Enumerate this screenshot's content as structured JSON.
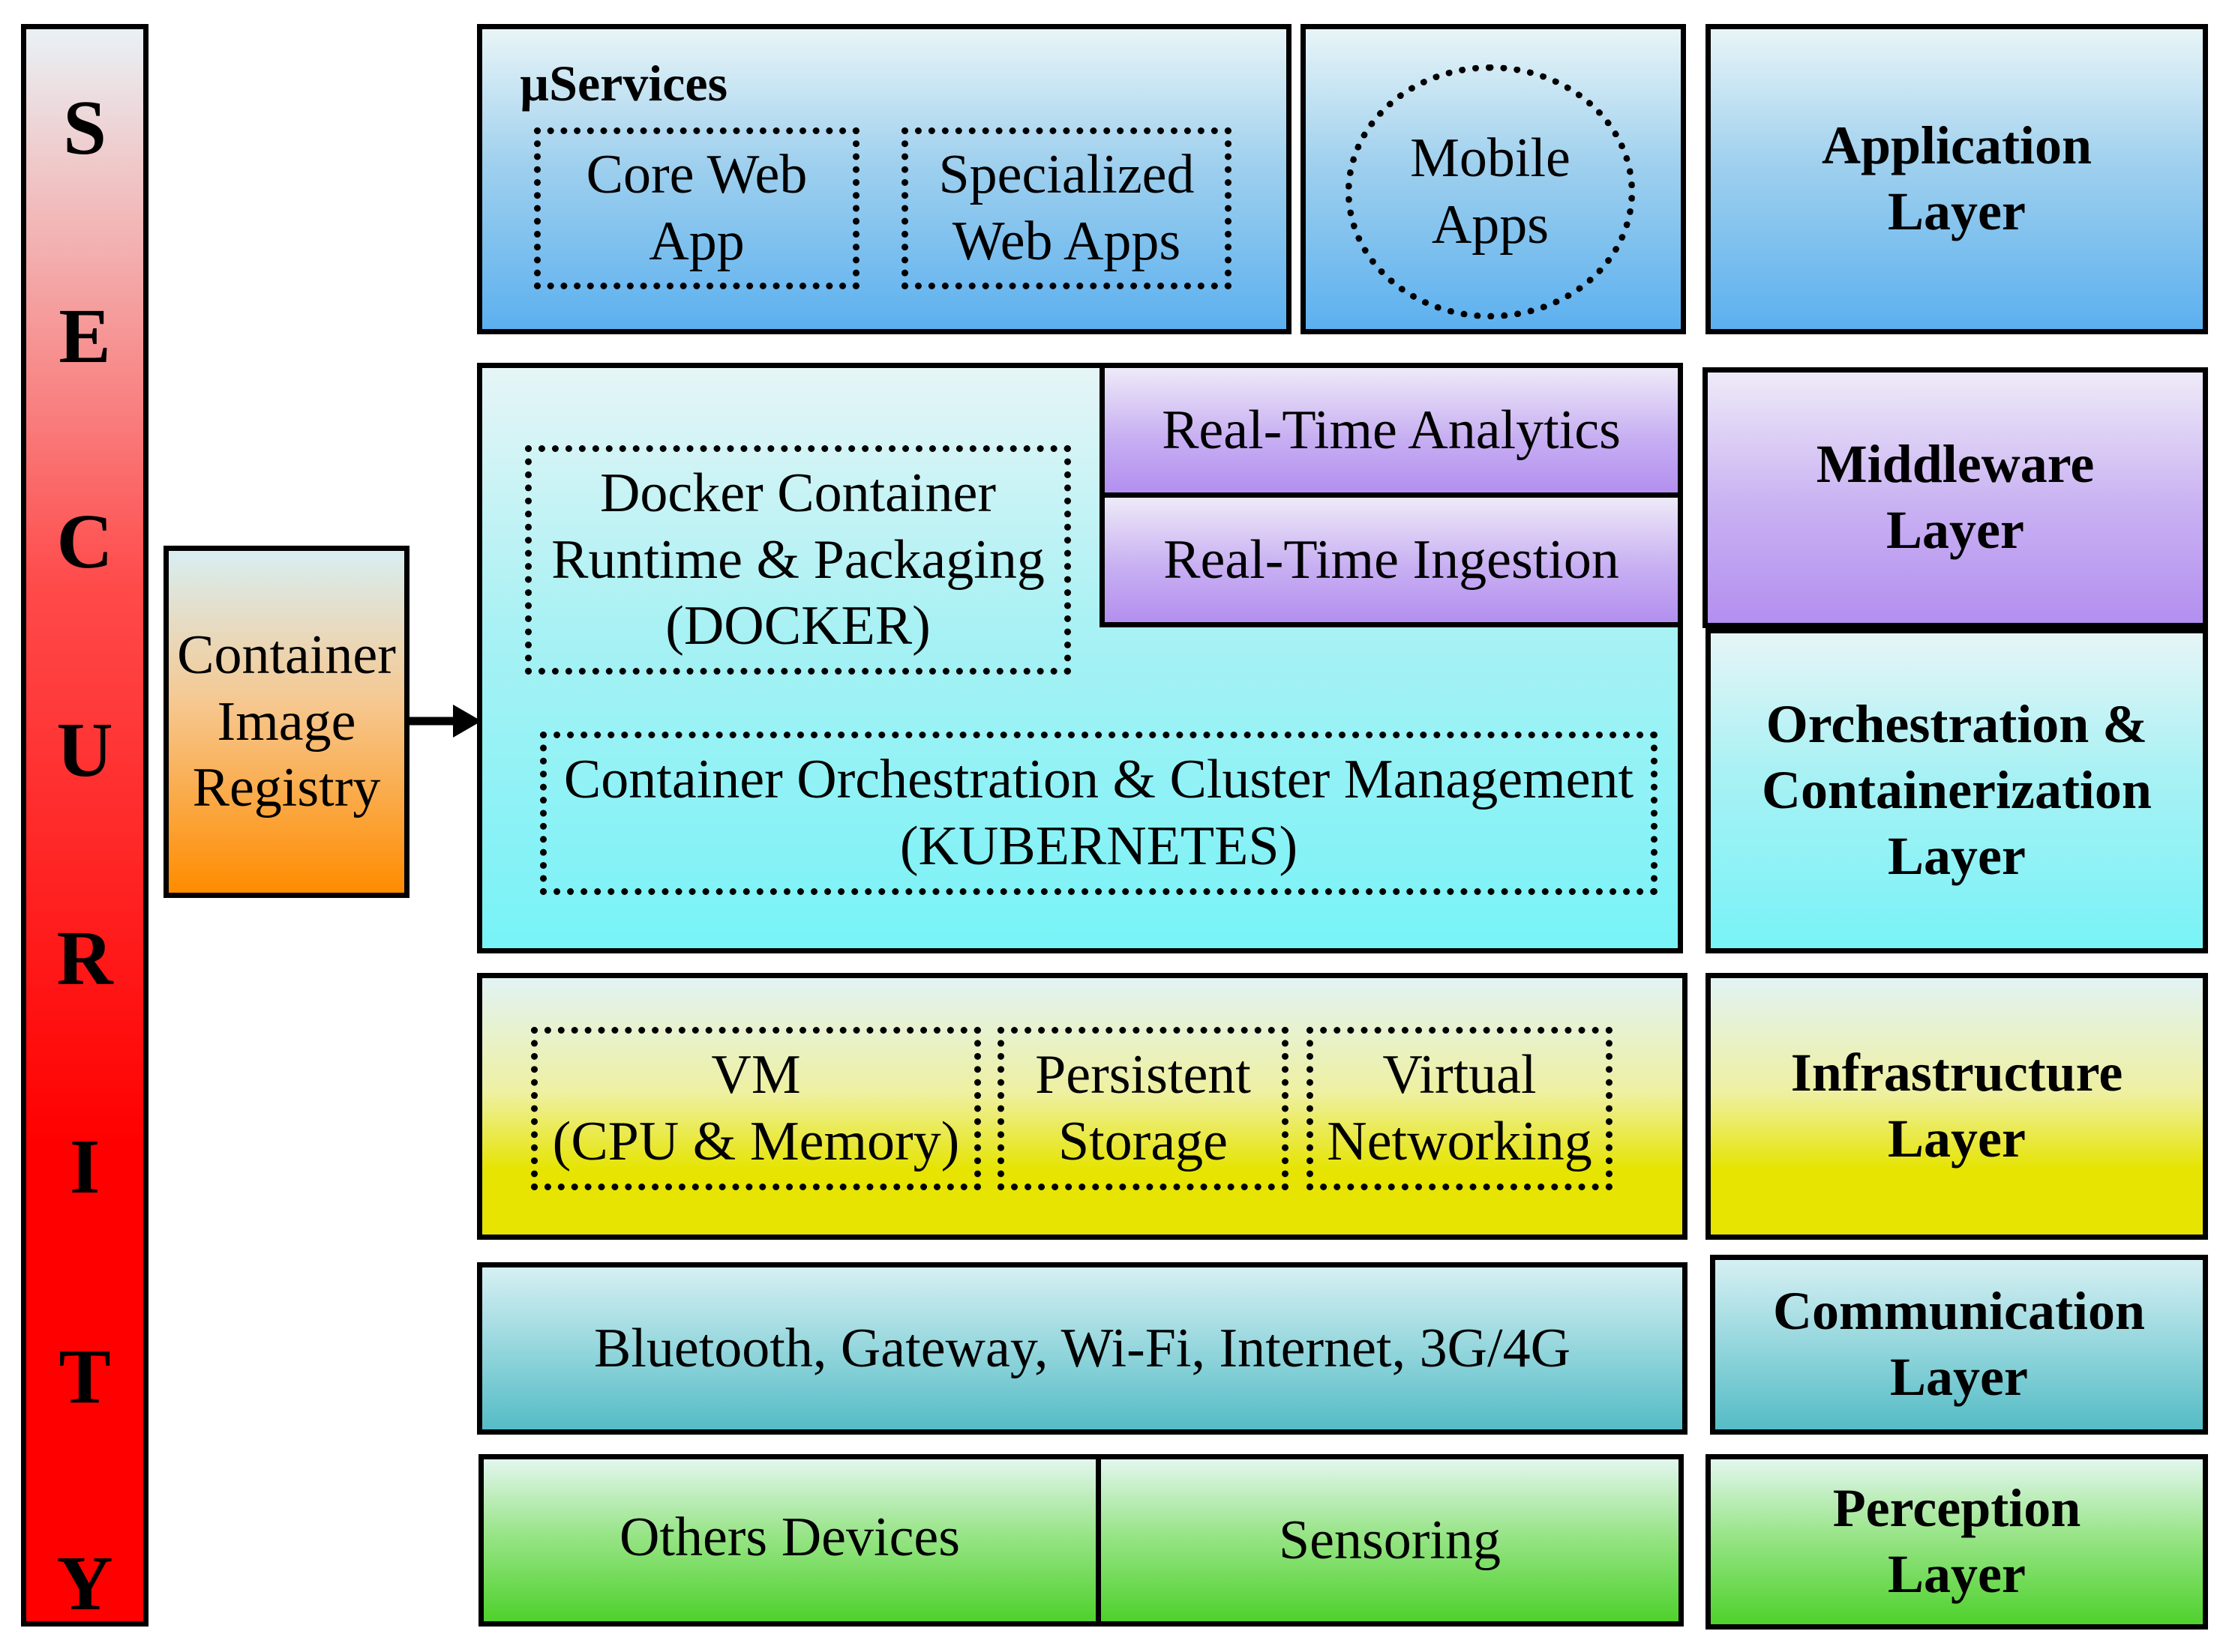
{
  "security": {
    "letters": [
      "S",
      "E",
      "C",
      "U",
      "R",
      "I",
      "T",
      "Y"
    ]
  },
  "registry": {
    "label": "Container\nImage\nRegistry"
  },
  "application": {
    "microservices_title": "µServices",
    "core_web_app": "Core Web\nApp",
    "specialized_web_apps": "Specialized\nWeb Apps",
    "mobile_apps": "Mobile\nApps",
    "layer_label": "Application\nLayer"
  },
  "middleware": {
    "real_time_analytics": "Real-Time Analytics",
    "real_time_ingestion": "Real-Time Ingestion",
    "layer_label": "Middleware\nLayer"
  },
  "orchestration": {
    "docker": "Docker Container\nRuntime & Packaging\n(DOCKER)",
    "kubernetes": "Container Orchestration & Cluster Management\n(KUBERNETES)",
    "layer_label": "Orchestration &\nContainerization\nLayer"
  },
  "infrastructure": {
    "vm": "VM\n(CPU & Memory)",
    "storage": "Persistent\nStorage",
    "networking": "Virtual\nNetworking",
    "layer_label": "Infrastructure\nLayer"
  },
  "communication": {
    "protocols": "Bluetooth, Gateway, Wi-Fi, Internet, 3G/4G",
    "layer_label": "Communication\nLayer"
  },
  "perception": {
    "others_devices": "Others Devices",
    "sensoring": "Sensoring",
    "layer_label": "Perception\nLayer"
  }
}
